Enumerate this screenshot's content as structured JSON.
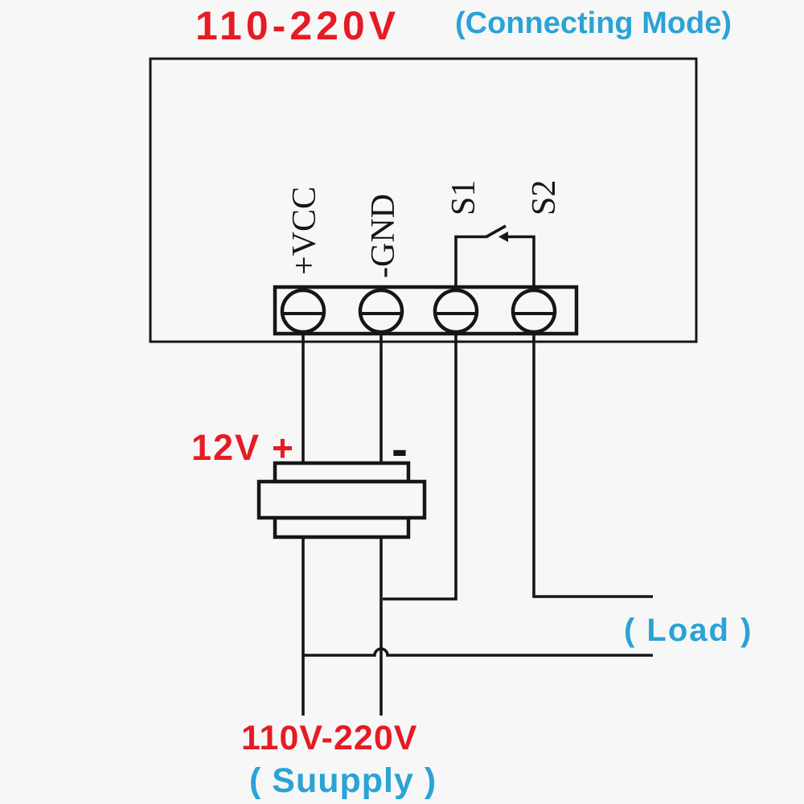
{
  "title": {
    "voltage_range": "110-220V",
    "mode": "(Connecting Mode)"
  },
  "controller": {
    "terminals": [
      {
        "label": "+VCC"
      },
      {
        "label": "-GND"
      },
      {
        "label": "S1"
      },
      {
        "label": "S2"
      }
    ]
  },
  "power_adapter": {
    "output_voltage": "12V",
    "plus_label": "+",
    "minus_label": "-"
  },
  "load": {
    "label": "( Load )"
  },
  "supply": {
    "voltage_range": "110V-220V",
    "label": "( Suupply )"
  },
  "colors": {
    "accent_red": "#e61b23",
    "accent_cyan": "#2aa3d5",
    "line": "#161616",
    "background": "#f7f7f7"
  }
}
